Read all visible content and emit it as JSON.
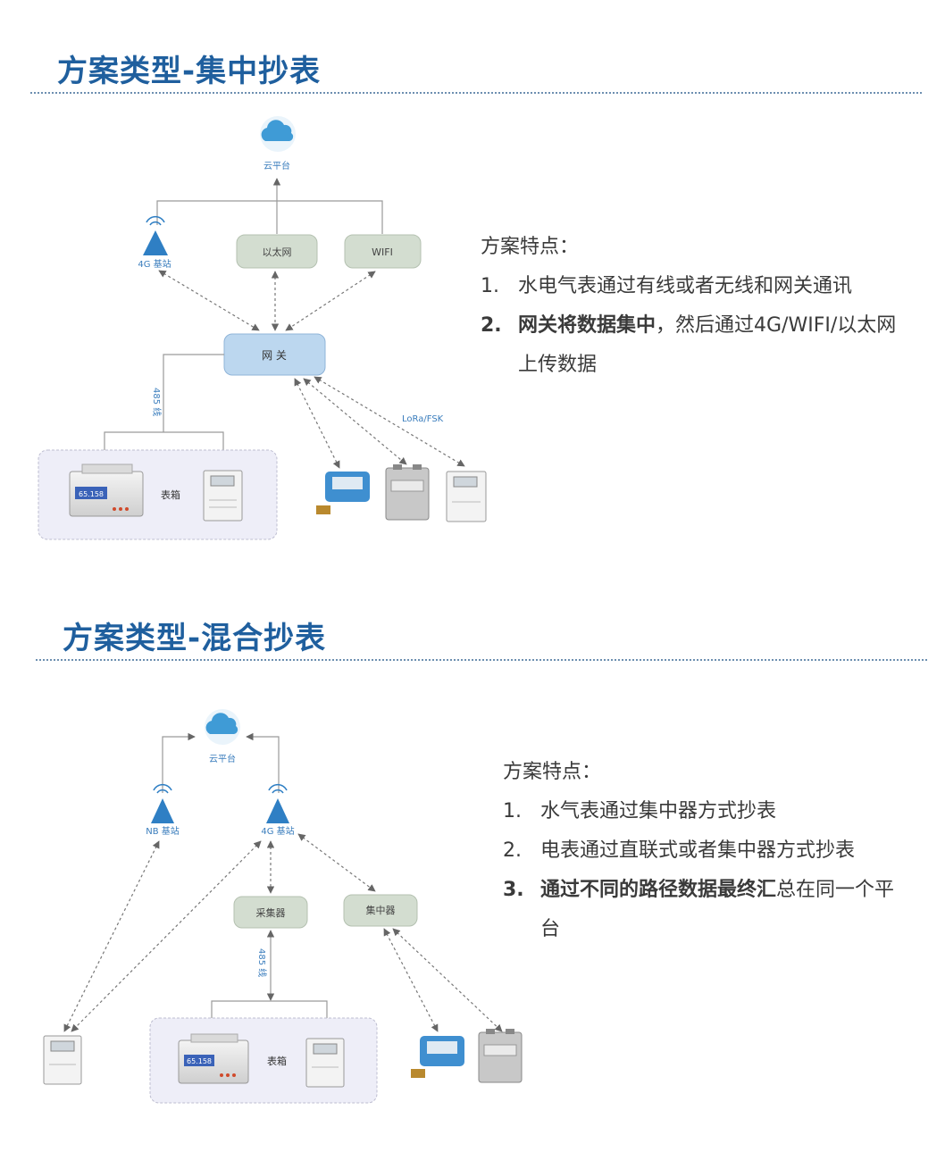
{
  "section1": {
    "title": "方案类型-集中抄表",
    "diagram": {
      "cloud_label": "云平台",
      "base_station_label": "4G 基站",
      "ethernet_label": "以太网",
      "wifi_label": "WIFI",
      "gateway_label": "网 关",
      "wire_label": "485 线",
      "lora_label": "LoRa/FSK",
      "meter_box_label": "表箱",
      "meter_display": "65.158"
    },
    "features": {
      "heading": "方案特点：",
      "items": [
        {
          "num": "1.",
          "text": "水电气表通过有线或者无线和网关通讯"
        },
        {
          "num": "2.",
          "bold": "网关将数据集中",
          "text": "，然后通过4G/WIFI/以太网上传数据"
        }
      ]
    }
  },
  "section2": {
    "title": "方案类型-混合抄表",
    "diagram": {
      "cloud_label": "云平台",
      "nb_label": "NB 基站",
      "base_station_label": "4G 基站",
      "collector_label": "采集器",
      "concentrator_label": "集中器",
      "wire_label": "485 线",
      "meter_box_label": "表箱",
      "meter_display": "65.158"
    },
    "features": {
      "heading": "方案特点：",
      "items": [
        {
          "num": "1.",
          "text": "水气表通过集中器方式抄表"
        },
        {
          "num": "2.",
          "text": "电表通过直联式或者集中器方式抄表"
        },
        {
          "num": "3.",
          "bold": "通过不同的路径数据最终汇",
          "text": "总在同一个平台"
        }
      ]
    }
  },
  "colors": {
    "title": "#1f5f9e",
    "node_green": "#d3ddd0",
    "node_blue": "#bcd7ef",
    "cloud": "#3f9bd6",
    "line": "#8a8a8a"
  }
}
